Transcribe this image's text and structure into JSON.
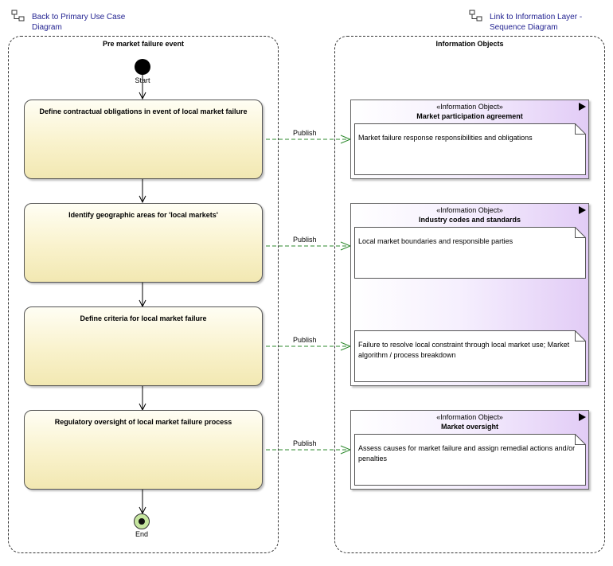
{
  "links": {
    "back": {
      "label_line1": "Back to Primary Use Case",
      "label_line2": "Diagram",
      "icon": "diagram-link-icon"
    },
    "forward": {
      "label_line1": "Link to Information Layer -",
      "label_line2": "Sequence Diagram",
      "icon": "diagram-link-icon"
    }
  },
  "partitions": {
    "left": {
      "title": "Pre market failure event"
    },
    "right": {
      "title": "Information Objects"
    }
  },
  "start": {
    "label": "Start"
  },
  "end": {
    "label": "End"
  },
  "actions": [
    {
      "label": "Define contractual obligations in event of local market failure"
    },
    {
      "label": "Identify geographic areas for 'local markets'"
    },
    {
      "label": "Define criteria for local market failure"
    },
    {
      "label": "Regulatory oversight of local market failure process"
    }
  ],
  "flows": [
    {
      "label": "Publish"
    },
    {
      "label": "Publish"
    },
    {
      "label": "Publish"
    },
    {
      "label": "Publish"
    }
  ],
  "info_objects": [
    {
      "stereotype": "«Information Object»",
      "name": "Market participation agreement",
      "notes": [
        "Market failure response responsibilities and obligations"
      ]
    },
    {
      "stereotype": "«Information Object»",
      "name": "Industry codes and standards",
      "notes": [
        "Local market boundaries and responsible parties",
        "Failure to resolve local constraint through local market use; Market algorithm / process breakdown"
      ]
    },
    {
      "stereotype": "«Information Object»",
      "name": "Market oversight",
      "notes": [
        "Assess causes for market failure and assign remedial actions and/or penalties"
      ]
    }
  ],
  "colors": {
    "action_fill": "#f9f2cc",
    "info_object_fill": "#e2ccf6",
    "flow_line": "#2e8a2e",
    "end_fill": "#c6e6a0",
    "link_text": "#1f1f8f"
  }
}
